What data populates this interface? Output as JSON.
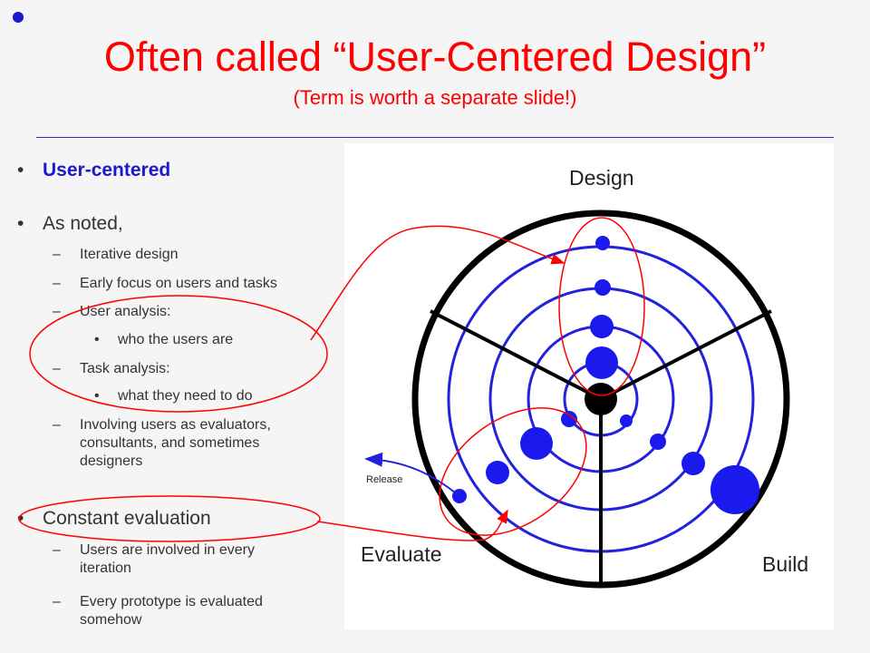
{
  "slide": {
    "title": "Often called “User-Centered Design”",
    "subtitle": "(Term is worth a separate slide!)"
  },
  "bullets": {
    "user_centered": "User-centered",
    "as_noted": "As noted,",
    "iterative_design": "Iterative design",
    "early_focus": "Early focus on users and tasks",
    "user_analysis": "User analysis:",
    "who_users": "who the users are",
    "task_analysis": "Task analysis:",
    "what_need": "what they need to do",
    "involving_1": "Involving users as evaluators,",
    "involving_2": "consultants, and sometimes",
    "involving_3": "designers",
    "constant_eval": "Constant evaluation",
    "users_involved_1": "Users are involved in every",
    "users_involved_2": "iteration",
    "every_proto_1": "Every prototype is evaluated",
    "every_proto_2": "somehow"
  },
  "diagram": {
    "label_design": "Design",
    "label_build": "Build",
    "label_evaluate": "Evaluate",
    "label_release": "Release"
  },
  "colors": {
    "title_red": "#ff0000",
    "accent_blue": "#1a1acc",
    "spiral_blue": "#2222dd"
  }
}
